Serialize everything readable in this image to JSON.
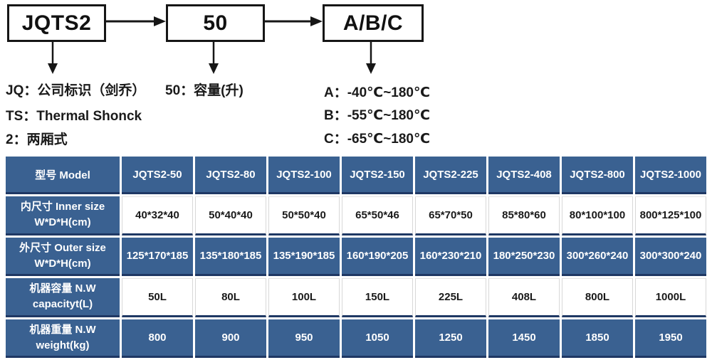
{
  "diagram": {
    "boxes": [
      {
        "label": "JQTS2"
      },
      {
        "label": "50"
      },
      {
        "label": "A/B/C"
      }
    ],
    "notes_left": [
      "JQ：公司标识（剑乔）",
      "TS：Thermal Shonck",
      "2：两厢式"
    ],
    "note_capacity": "50：容量(升)",
    "notes_temp": [
      "A：-40℃~180℃",
      "B：-55℃~180℃",
      "C：-65℃~180℃"
    ]
  },
  "table": {
    "header": [
      "型号 Model",
      "JQTS2-50",
      "JQTS2-80",
      "JQTS2-100",
      "JQTS2-150",
      "JQTS2-225",
      "JQTS2-408",
      "JQTS2-800",
      "JQTS2-1000"
    ],
    "rows": [
      {
        "label_line1": "内尺寸 Inner size",
        "label_line2": "W*D*H(cm)",
        "style": "white",
        "values": [
          "40*32*40",
          "50*40*40",
          "50*50*40",
          "65*50*46",
          "65*70*50",
          "85*80*60",
          "80*100*100",
          "800*125*100"
        ]
      },
      {
        "label_line1": "外尺寸 Outer size",
        "label_line2": "W*D*H(cm)",
        "style": "blue",
        "values": [
          "125*170*185",
          "135*180*185",
          "135*190*185",
          "160*190*205",
          "160*230*210",
          "180*250*230",
          "300*260*240",
          "300*300*240"
        ]
      },
      {
        "label_line1": "机器容量 N.W",
        "label_line2": "capacityt(L)",
        "style": "white",
        "values": [
          "50L",
          "80L",
          "100L",
          "150L",
          "225L",
          "408L",
          "800L",
          "1000L"
        ]
      },
      {
        "label_line1": "机器重量 N.W",
        "label_line2": "weight(kg)",
        "style": "blue",
        "values": [
          "800",
          "900",
          "950",
          "1050",
          "1250",
          "1450",
          "1850",
          "1950"
        ]
      }
    ]
  },
  "colors": {
    "table_blue": "#3a6191",
    "dark_navy_border": "#1f3864",
    "text_dark": "#1a1a1a"
  }
}
